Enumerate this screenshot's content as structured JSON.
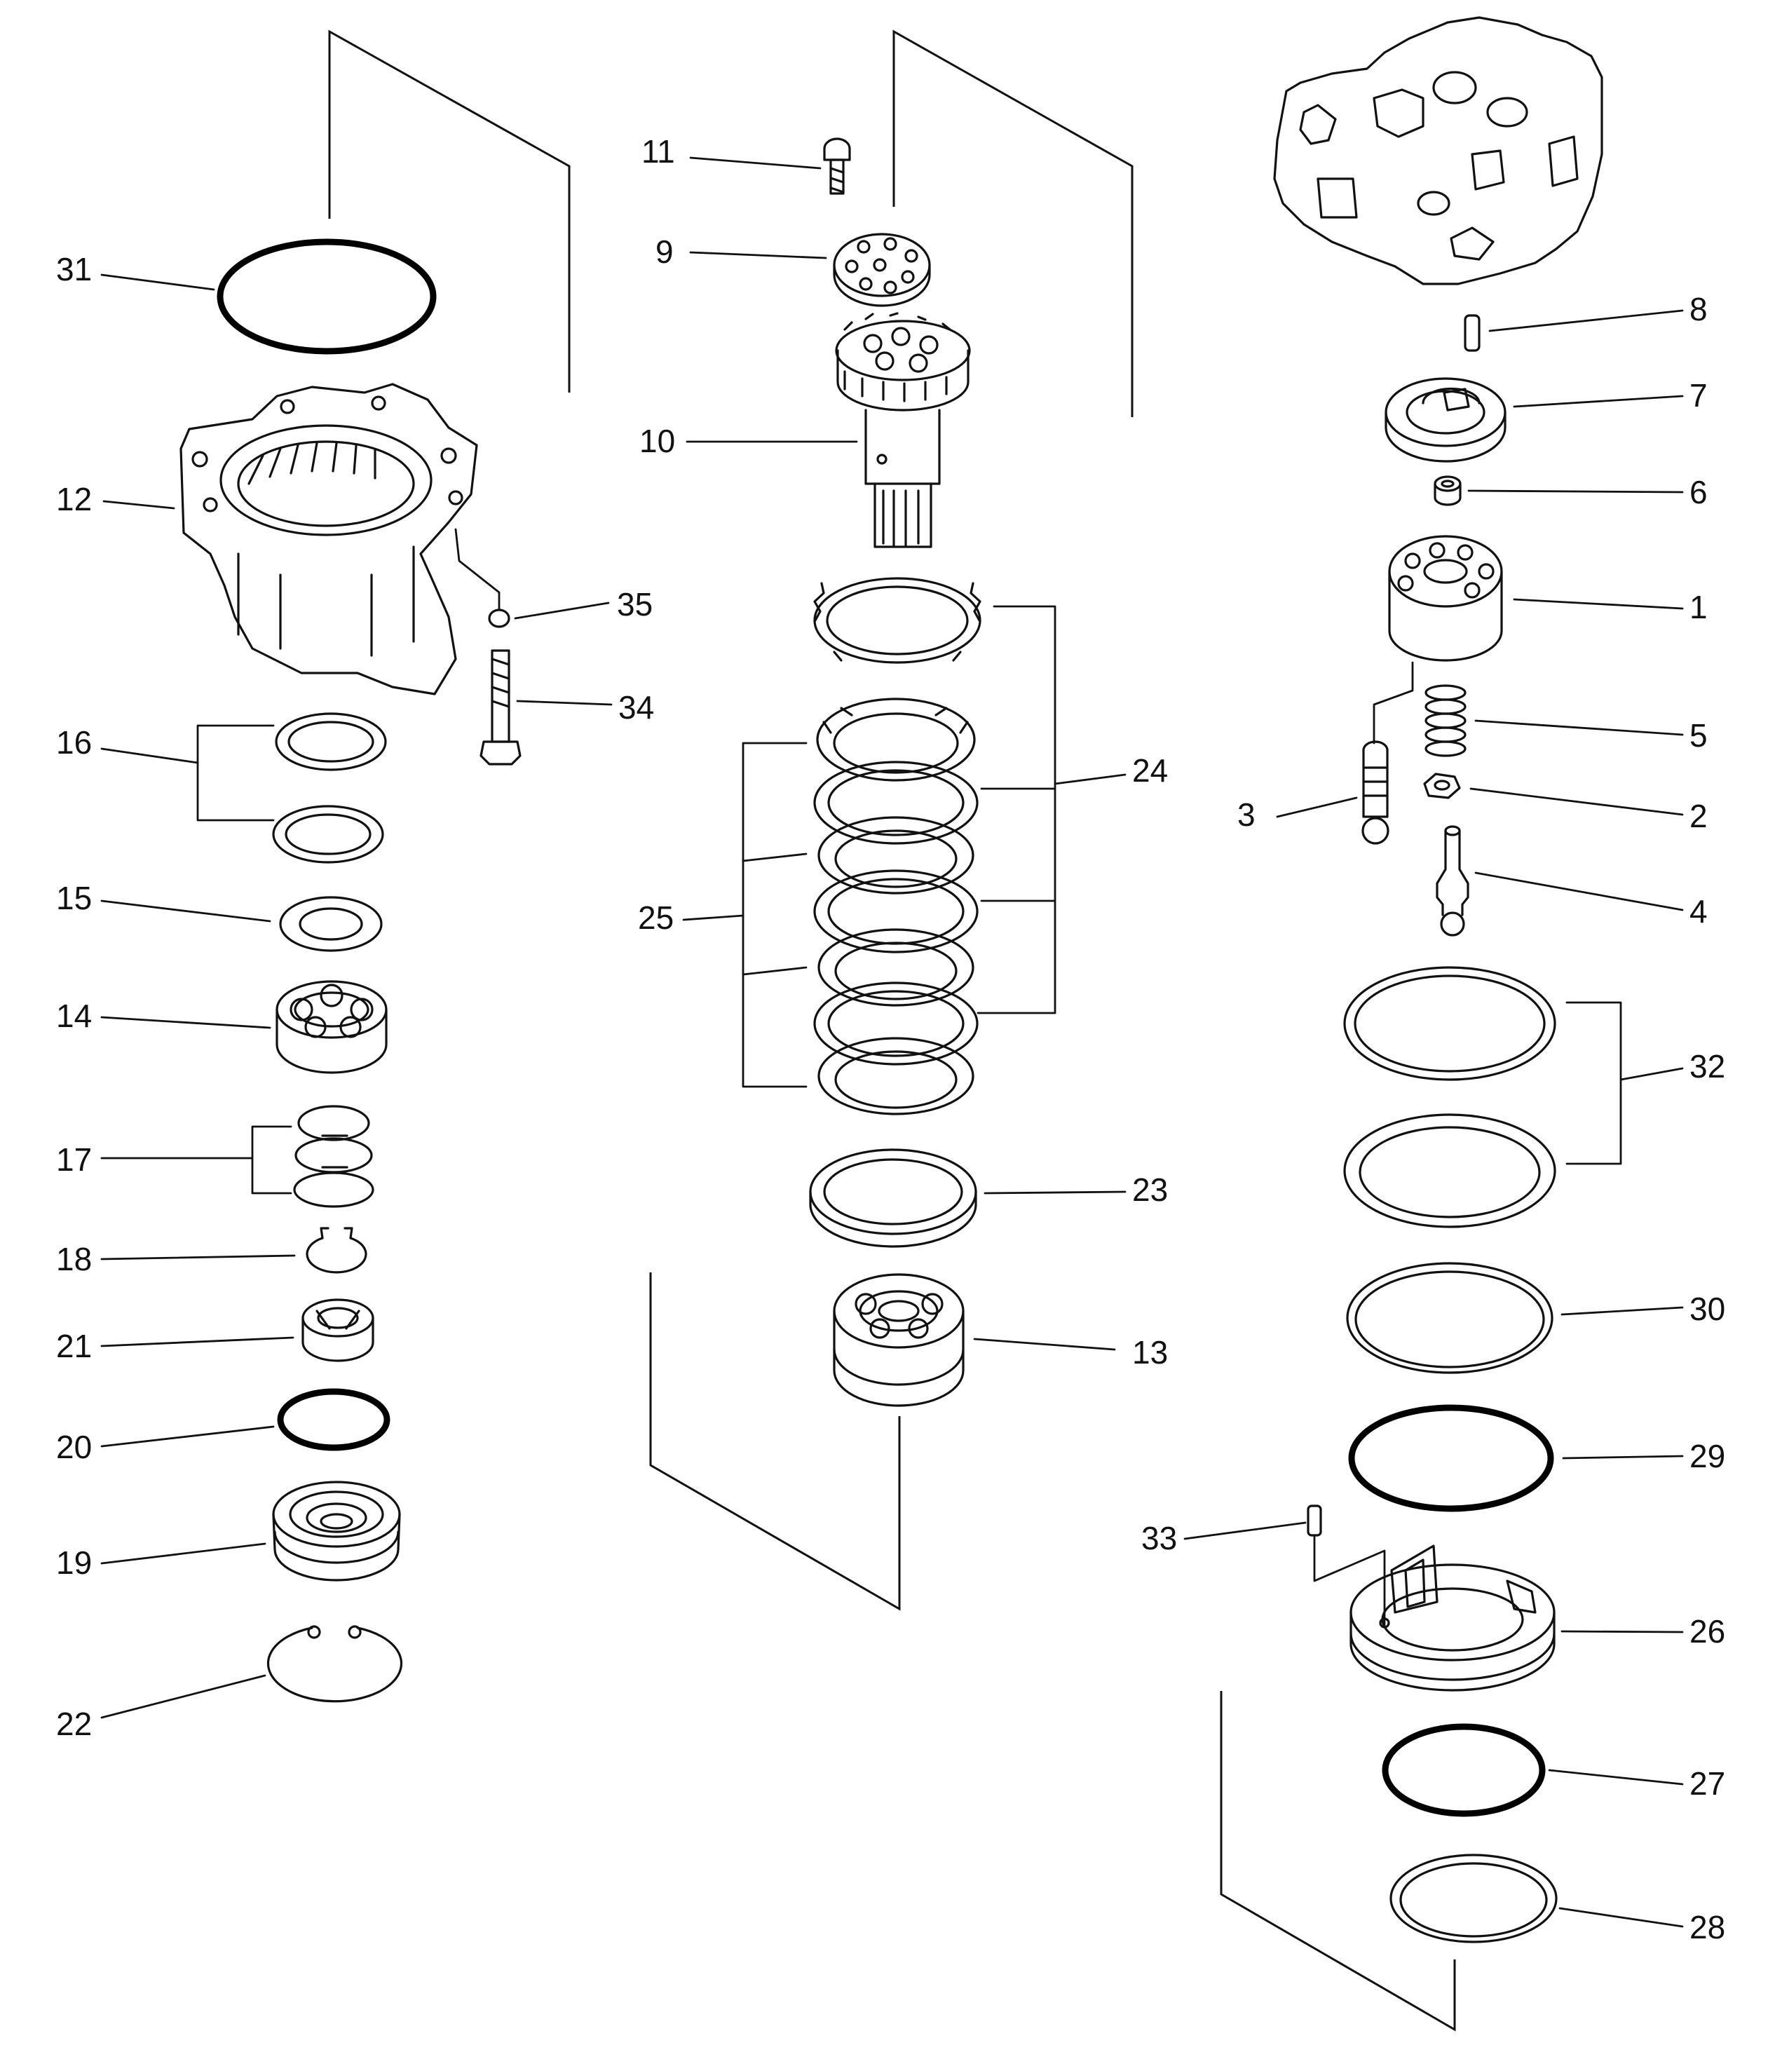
{
  "header": {
    "text": ""
  },
  "callouts": {
    "c1": "1",
    "c2": "2",
    "c3": "3",
    "c4": "4",
    "c5": "5",
    "c6": "6",
    "c7": "7",
    "c8": "8",
    "c9": "9",
    "c10": "10",
    "c11": "11",
    "c12": "12",
    "c13": "13",
    "c14": "14",
    "c15": "15",
    "c16": "16",
    "c17": "17",
    "c18": "18",
    "c19": "19",
    "c20": "20",
    "c21": "21",
    "c22": "22",
    "c23": "23",
    "c24": "24",
    "c25": "25",
    "c26": "26",
    "c27": "27",
    "c28": "28",
    "c29": "29",
    "c30": "30",
    "c31": "31",
    "c32": "32",
    "c33": "33",
    "c34": "34",
    "c35": "35"
  }
}
